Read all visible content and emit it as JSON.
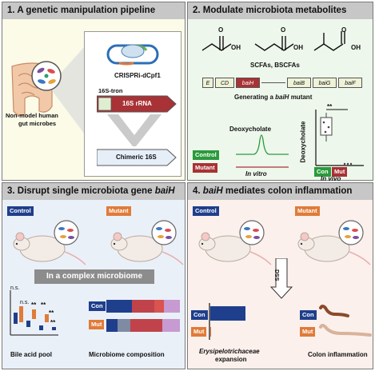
{
  "panel1": {
    "title": "1. A genetic manipulation pipeline",
    "crispr_label": "CRISPRi-dCpf1",
    "tron_label": "16S-tron",
    "rrna_label": "16S rRNA",
    "chimeric_label": "Chimeric 16S",
    "microbes_label_line1": "Non-model human",
    "microbes_label_line2": "gut microbes"
  },
  "panel2": {
    "title": "2. Modulate microbiota metabolites",
    "oh1": "OH",
    "oh2": "OH",
    "oh3": "OH",
    "o1": "O",
    "o2": "O",
    "o3": "O",
    "scfa_label": "SCFAs, BSCFAs",
    "genes": [
      "E",
      "CD",
      "baiH",
      "baiB",
      "baiG",
      "baiF"
    ],
    "generating_prefix": "Generating a ",
    "generating_gene": "baiH",
    "generating_suffix": " mutant",
    "deoxycholate_label": "Deoxycholate",
    "control_tag": "Control",
    "mutant_tag": "Mutant",
    "in_vitro": "In vitro",
    "y_label": "Deoxycholate",
    "significance": "**",
    "con_label": "Con",
    "mut_label": "Mut",
    "in_vivo": "In vivo",
    "colors": {
      "control": "#2a9a3c",
      "mutant": "#a83235",
      "baiH": "#a83235"
    }
  },
  "panel3": {
    "title_prefix": "3. Disrupt single microbiota gene ",
    "title_gene": "baiH",
    "control_tag": "Control",
    "mutant_tag": "Mutant",
    "complex_label": "In a complex microbiome",
    "ns1": "n.s.",
    "ns2": "n.s.",
    "sig1": "**",
    "sig2": "**",
    "sig3": "**",
    "sig4": "**",
    "bile_label": "Bile acid pool",
    "con_label": "Con",
    "mut_label": "Mut",
    "composition_label": "Microbiome composition",
    "colors": {
      "control": "#1f3f8c",
      "mutant": "#e07b39"
    }
  },
  "panel4": {
    "title_prefix": "4. ",
    "title_gene": "baiH",
    "title_suffix": " mediates colon inflammation",
    "control_tag": "Control",
    "mutant_tag": "Mutant",
    "dss_label": "DSS",
    "con_label": "Con",
    "mut_label": "Mut",
    "expansion_taxon": "Erysipelotrichaceae",
    "expansion_word": "expansion",
    "inflammation_label": "Colon inflammation"
  }
}
